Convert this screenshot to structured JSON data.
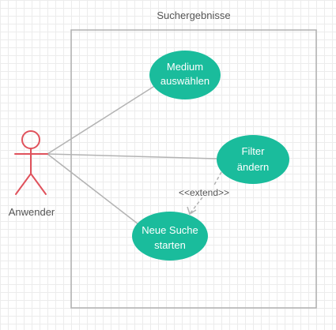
{
  "diagram": {
    "colors": {
      "usecase_fill": "#1abc9c",
      "boundary_stroke": "#b0b0b0",
      "association_line": "#b3b3b3",
      "extend_line": "#b3b3b3",
      "actor_stroke": "#e0525c",
      "text_dark": "#555555",
      "text_light": "#ffffff"
    },
    "system_boundary": {
      "title": "Suchergebnisse"
    },
    "actor": {
      "name": "Anwender"
    },
    "use_cases": {
      "medium": {
        "line1": "Medium",
        "line2": "auswählen"
      },
      "filter": {
        "line1": "Filter",
        "line2": "ändern"
      },
      "suche": {
        "line1": "Neue Suche",
        "line2": "starten"
      }
    },
    "extend": {
      "label": "<<extend>>",
      "from": "filter",
      "to": "suche"
    },
    "associations": [
      {
        "from": "actor",
        "to": "medium"
      },
      {
        "from": "actor",
        "to": "filter"
      },
      {
        "from": "actor",
        "to": "suche"
      }
    ]
  }
}
